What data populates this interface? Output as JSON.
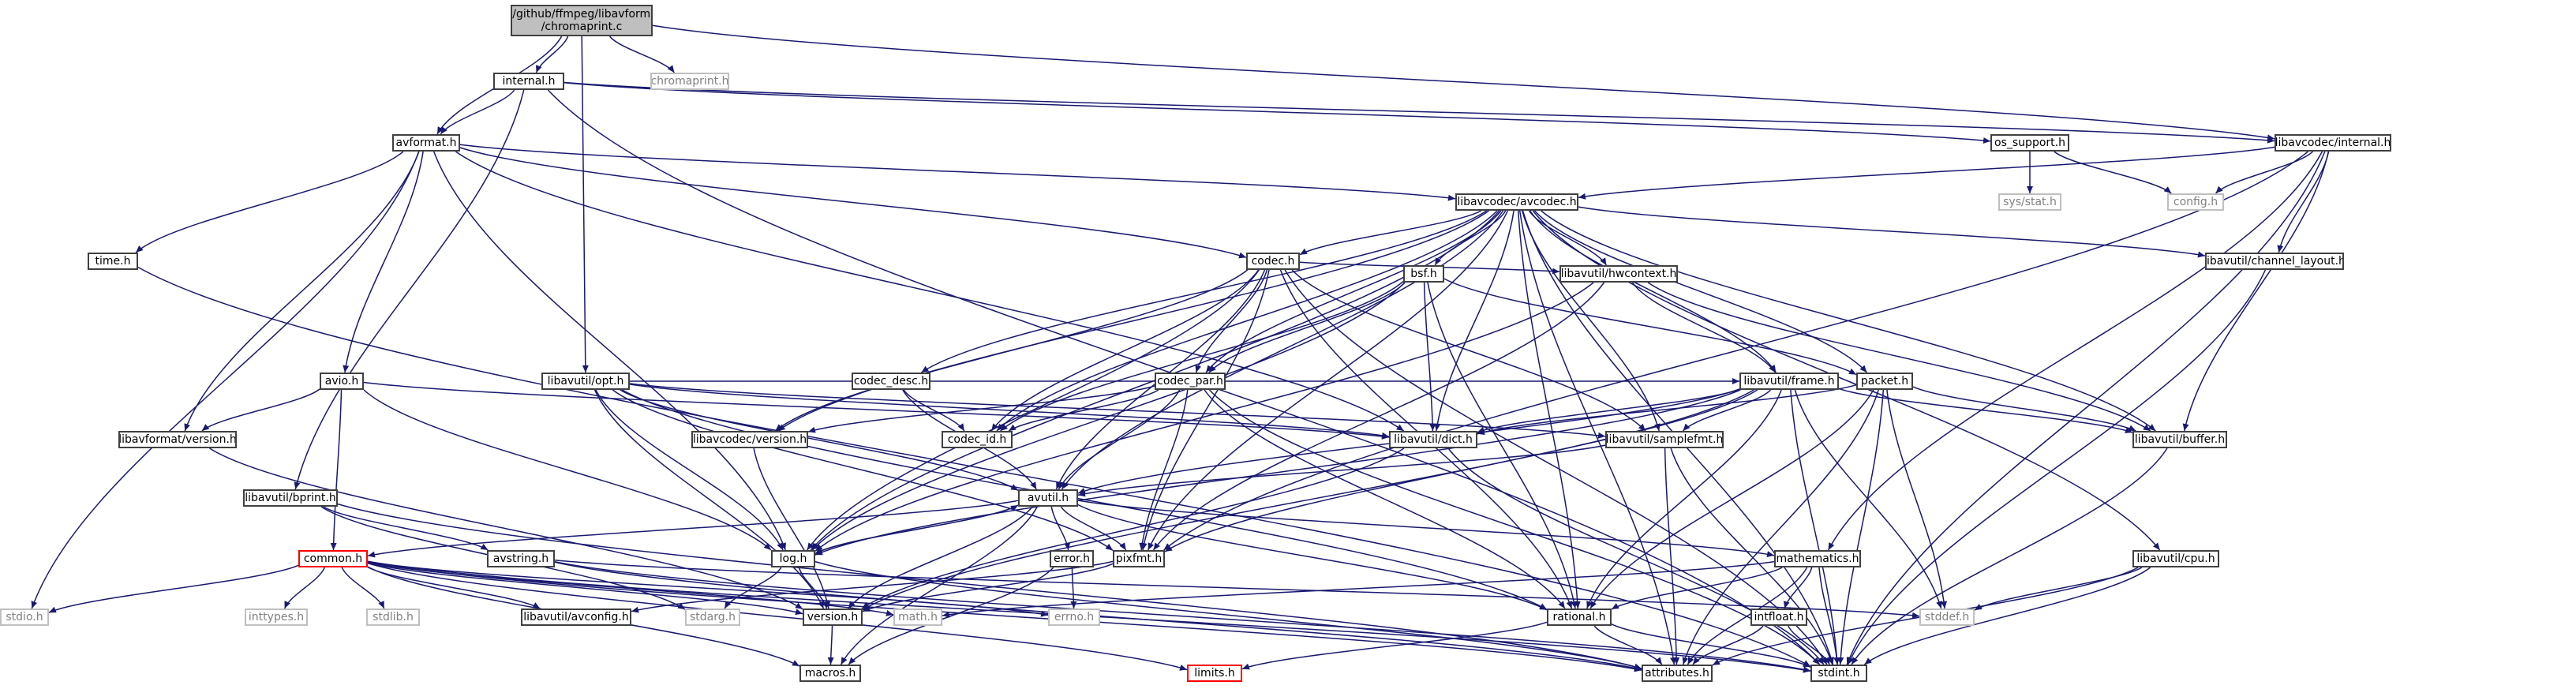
{
  "colors": {
    "edge": "#191970",
    "node_border": "#404040",
    "root_fill": "#bfbfbf",
    "system_border": "#bfbfbf",
    "system_text": "#808080",
    "truncated_border": "#ff0000"
  },
  "nodes": {
    "root": {
      "line1": "E:/github/ffmpeg/libavformat",
      "line2": "/chromaprint.c"
    },
    "chromaprint": "chromaprint.h",
    "internal": "internal.h",
    "avformat": "avformat.h",
    "os_support": "os_support.h",
    "lavc_internal": "libavcodec/internal.h",
    "sys_stat": "sys/stat.h",
    "config": "config.h",
    "avcodec": "libavcodec/avcodec.h",
    "time": "time.h",
    "codec": "codec.h",
    "channel_layout": "libavutil/channel_layout.h",
    "bsf": "bsf.h",
    "hwcontext": "libavutil/hwcontext.h",
    "avio": "avio.h",
    "opt": "libavutil/opt.h",
    "codec_desc": "codec_desc.h",
    "codec_par": "codec_par.h",
    "frame": "libavutil/frame.h",
    "packet": "packet.h",
    "lavf_version": "libavformat/version.h",
    "lavc_version": "libavcodec/version.h",
    "codec_id": "codec_id.h",
    "dict": "libavutil/dict.h",
    "samplefmt": "libavutil/samplefmt.h",
    "buffer": "libavutil/buffer.h",
    "bprint": "libavutil/bprint.h",
    "avutil": "avutil.h",
    "common": "common.h",
    "avstring": "avstring.h",
    "error": "error.h",
    "log": "log.h",
    "pixfmt": "pixfmt.h",
    "mathematics": "mathematics.h",
    "cpu": "libavutil/cpu.h",
    "stdio": "stdio.h",
    "inttypes": "inttypes.h",
    "stdlib": "stdlib.h",
    "avconfig": "libavutil/avconfig.h",
    "stdarg": "stdarg.h",
    "version": "version.h",
    "math": "math.h",
    "errno": "errno.h",
    "rational": "rational.h",
    "stddef": "stddef.h",
    "intfloat": "intfloat.h",
    "macros": "macros.h",
    "limits": "limits.h",
    "attributes": "attributes.h",
    "stdint": "stdint.h"
  }
}
